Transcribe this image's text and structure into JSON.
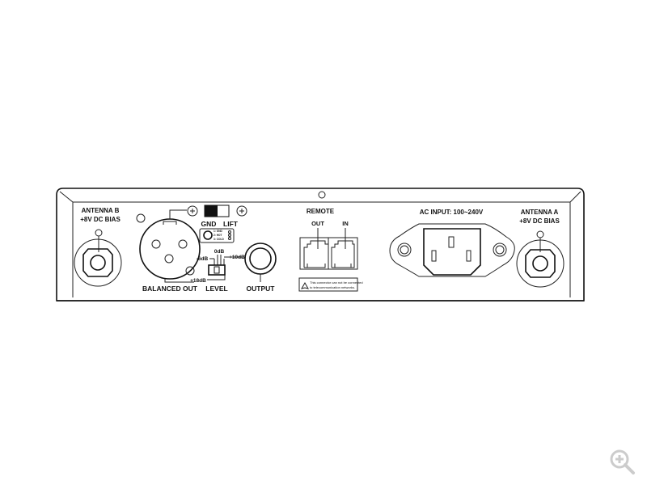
{
  "antenna_b": {
    "title": "ANTENNA B",
    "bias": "+8V DC BIAS"
  },
  "antenna_a": {
    "title": "ANTENNA A",
    "bias": "+8V DC BIAS"
  },
  "ground_switch": {
    "left": "GND",
    "right": "LIFT"
  },
  "pinout": {
    "pin1": "1: GND",
    "pin2": "2: HOT",
    "pin3": "3: COLD"
  },
  "level": {
    "minus6": "-6dB",
    "zero": "0dB",
    "plus10": "+10dB",
    "plus18": "+18dB",
    "label": "LEVEL"
  },
  "balanced_out": "BALANCED OUT",
  "output": "OUTPUT",
  "remote": {
    "title": "REMOTE",
    "out": "OUT",
    "in": "IN",
    "warning_line1": "This connector can not be connected",
    "warning_line2": "to telecommunication networks."
  },
  "ac_input": "AC INPUT: 100~240V"
}
